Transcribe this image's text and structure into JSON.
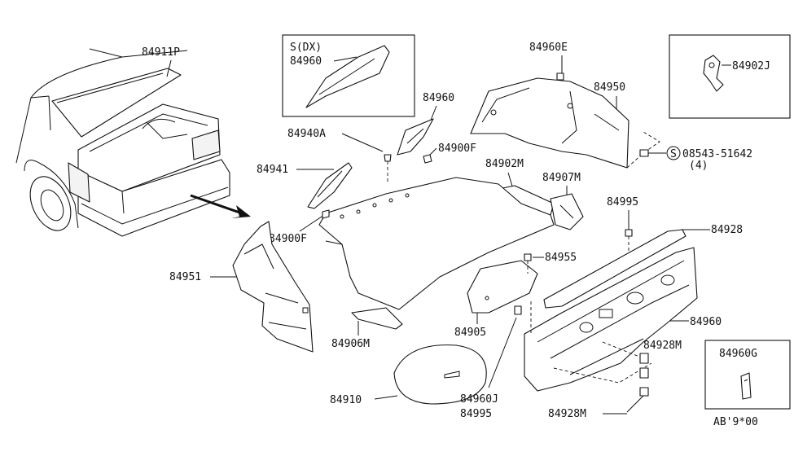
{
  "diagram": {
    "labels": {
      "p84911P": "84911P",
      "sdx": "S(DX)",
      "p84960_inset": "84960",
      "p84960E": "84960E",
      "p84950": "84950",
      "p84902J": "84902J",
      "p84960_top": "84960",
      "p84940A": "84940A",
      "p84900F_top": "84900F",
      "p84902M": "84902M",
      "p84907M": "84907M",
      "p08543": "08543-51642",
      "p08543_qty": "(4)",
      "p08543_sym": "S",
      "p84941": "84941",
      "p84900F_left": "84900F",
      "p84995_top": "84995",
      "p84928": "84928",
      "p84951": "84951",
      "p84955": "84955",
      "p84960_right": "84960",
      "p84905": "84905",
      "p84906M": "84906M",
      "p84928M_upper": "84928M",
      "p84960G": "84960G",
      "p84910": "84910",
      "p84960J": "84960J",
      "p84995_bottom": "84995",
      "p84928M_lower": "84928M",
      "footer_code": "AB'9*00"
    }
  }
}
